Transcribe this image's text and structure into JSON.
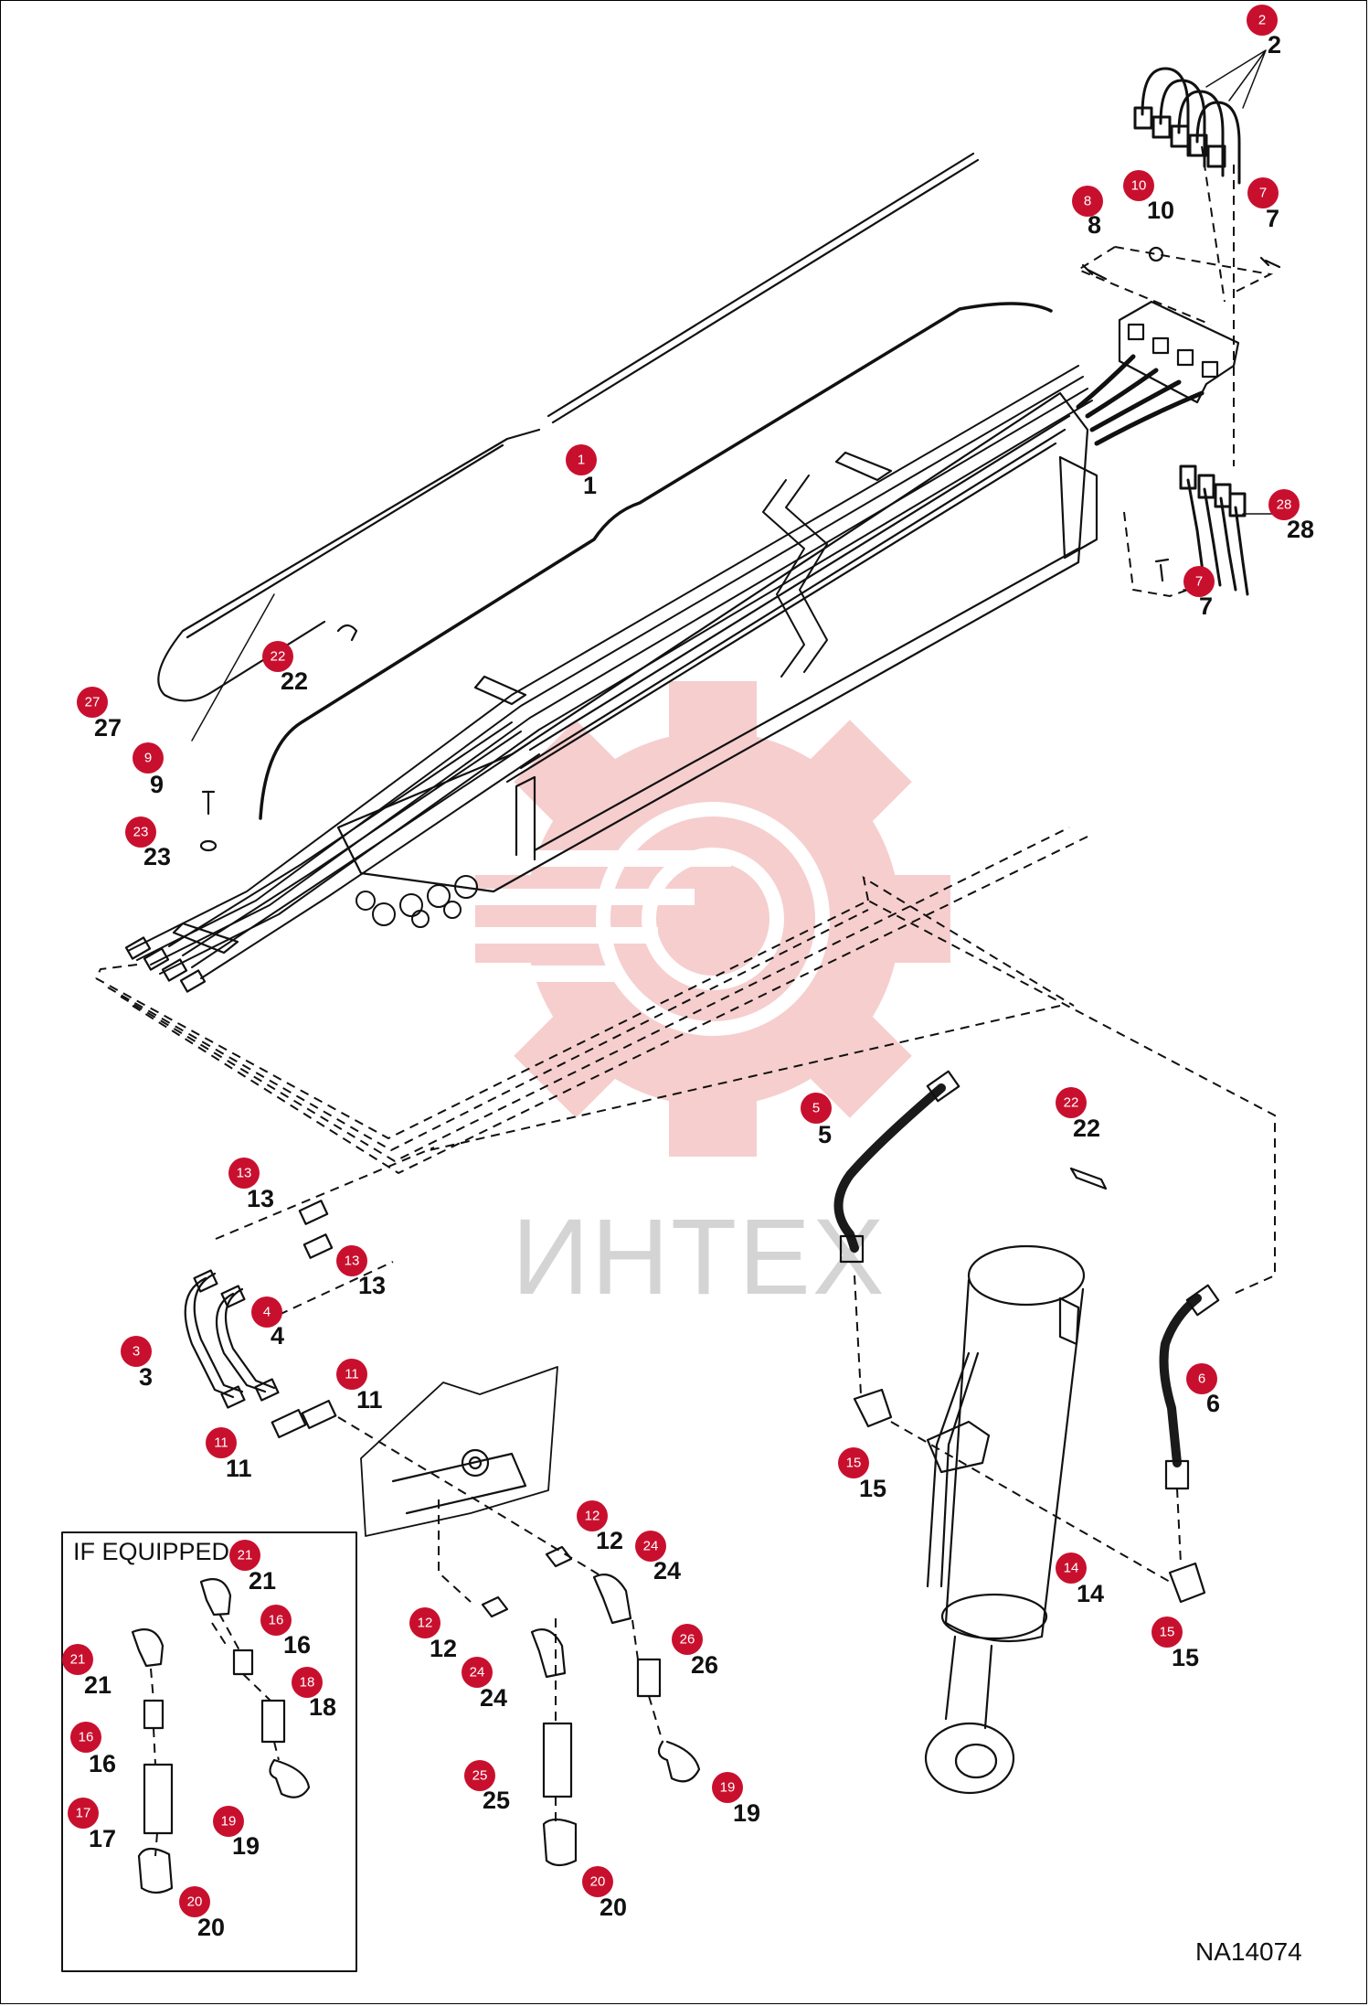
{
  "figure_id": "NA14074",
  "inset": {
    "title": "IF EQUIPPED"
  },
  "watermark": {
    "text": "ИНТЕХ",
    "color": "#f6c9c9"
  },
  "colors": {
    "callout_fill": "#c8102e",
    "line": "#111111",
    "hose": "#1a1a1a"
  },
  "callouts": [
    {
      "id": "c2",
      "number": "2",
      "label": "2"
    },
    {
      "id": "c10",
      "number": "10",
      "label": "10"
    },
    {
      "id": "c8",
      "number": "8",
      "label": "8"
    },
    {
      "id": "c7a",
      "number": "7",
      "label": "7"
    },
    {
      "id": "c1",
      "number": "1",
      "label": "1"
    },
    {
      "id": "c28",
      "number": "28",
      "label": "28"
    },
    {
      "id": "c7b",
      "number": "7",
      "label": "7"
    },
    {
      "id": "c22a",
      "number": "22",
      "label": "22"
    },
    {
      "id": "c27",
      "number": "27",
      "label": "27"
    },
    {
      "id": "c9",
      "number": "9",
      "label": "9"
    },
    {
      "id": "c23",
      "number": "23",
      "label": "23"
    },
    {
      "id": "c5",
      "number": "5",
      "label": "5"
    },
    {
      "id": "c22b",
      "number": "22",
      "label": "22"
    },
    {
      "id": "c13a",
      "number": "13",
      "label": "13"
    },
    {
      "id": "c13b",
      "number": "13",
      "label": "13"
    },
    {
      "id": "c4",
      "number": "4",
      "label": "4"
    },
    {
      "id": "c3",
      "number": "3",
      "label": "3"
    },
    {
      "id": "c11a",
      "number": "11",
      "label": "11"
    },
    {
      "id": "c11b",
      "number": "11",
      "label": "11"
    },
    {
      "id": "c6",
      "number": "6",
      "label": "6"
    },
    {
      "id": "c15a",
      "number": "15",
      "label": "15"
    },
    {
      "id": "c12a",
      "number": "12",
      "label": "12"
    },
    {
      "id": "c24a",
      "number": "24",
      "label": "24"
    },
    {
      "id": "c21a",
      "number": "21",
      "label": "21"
    },
    {
      "id": "c14",
      "number": "14",
      "label": "14"
    },
    {
      "id": "c12b",
      "number": "12",
      "label": "12"
    },
    {
      "id": "c16a",
      "number": "16",
      "label": "16"
    },
    {
      "id": "c21b",
      "number": "21",
      "label": "21"
    },
    {
      "id": "c26",
      "number": "26",
      "label": "26"
    },
    {
      "id": "c15b",
      "number": "15",
      "label": "15"
    },
    {
      "id": "c18",
      "number": "18",
      "label": "18"
    },
    {
      "id": "c24b",
      "number": "24",
      "label": "24"
    },
    {
      "id": "c16b",
      "number": "16",
      "label": "16"
    },
    {
      "id": "c25",
      "number": "25",
      "label": "25"
    },
    {
      "id": "c19a",
      "number": "19",
      "label": "19"
    },
    {
      "id": "c17",
      "number": "17",
      "label": "17"
    },
    {
      "id": "c19b",
      "number": "19",
      "label": "19"
    },
    {
      "id": "c20a",
      "number": "20",
      "label": "20"
    },
    {
      "id": "c20b",
      "number": "20",
      "label": "20"
    }
  ]
}
